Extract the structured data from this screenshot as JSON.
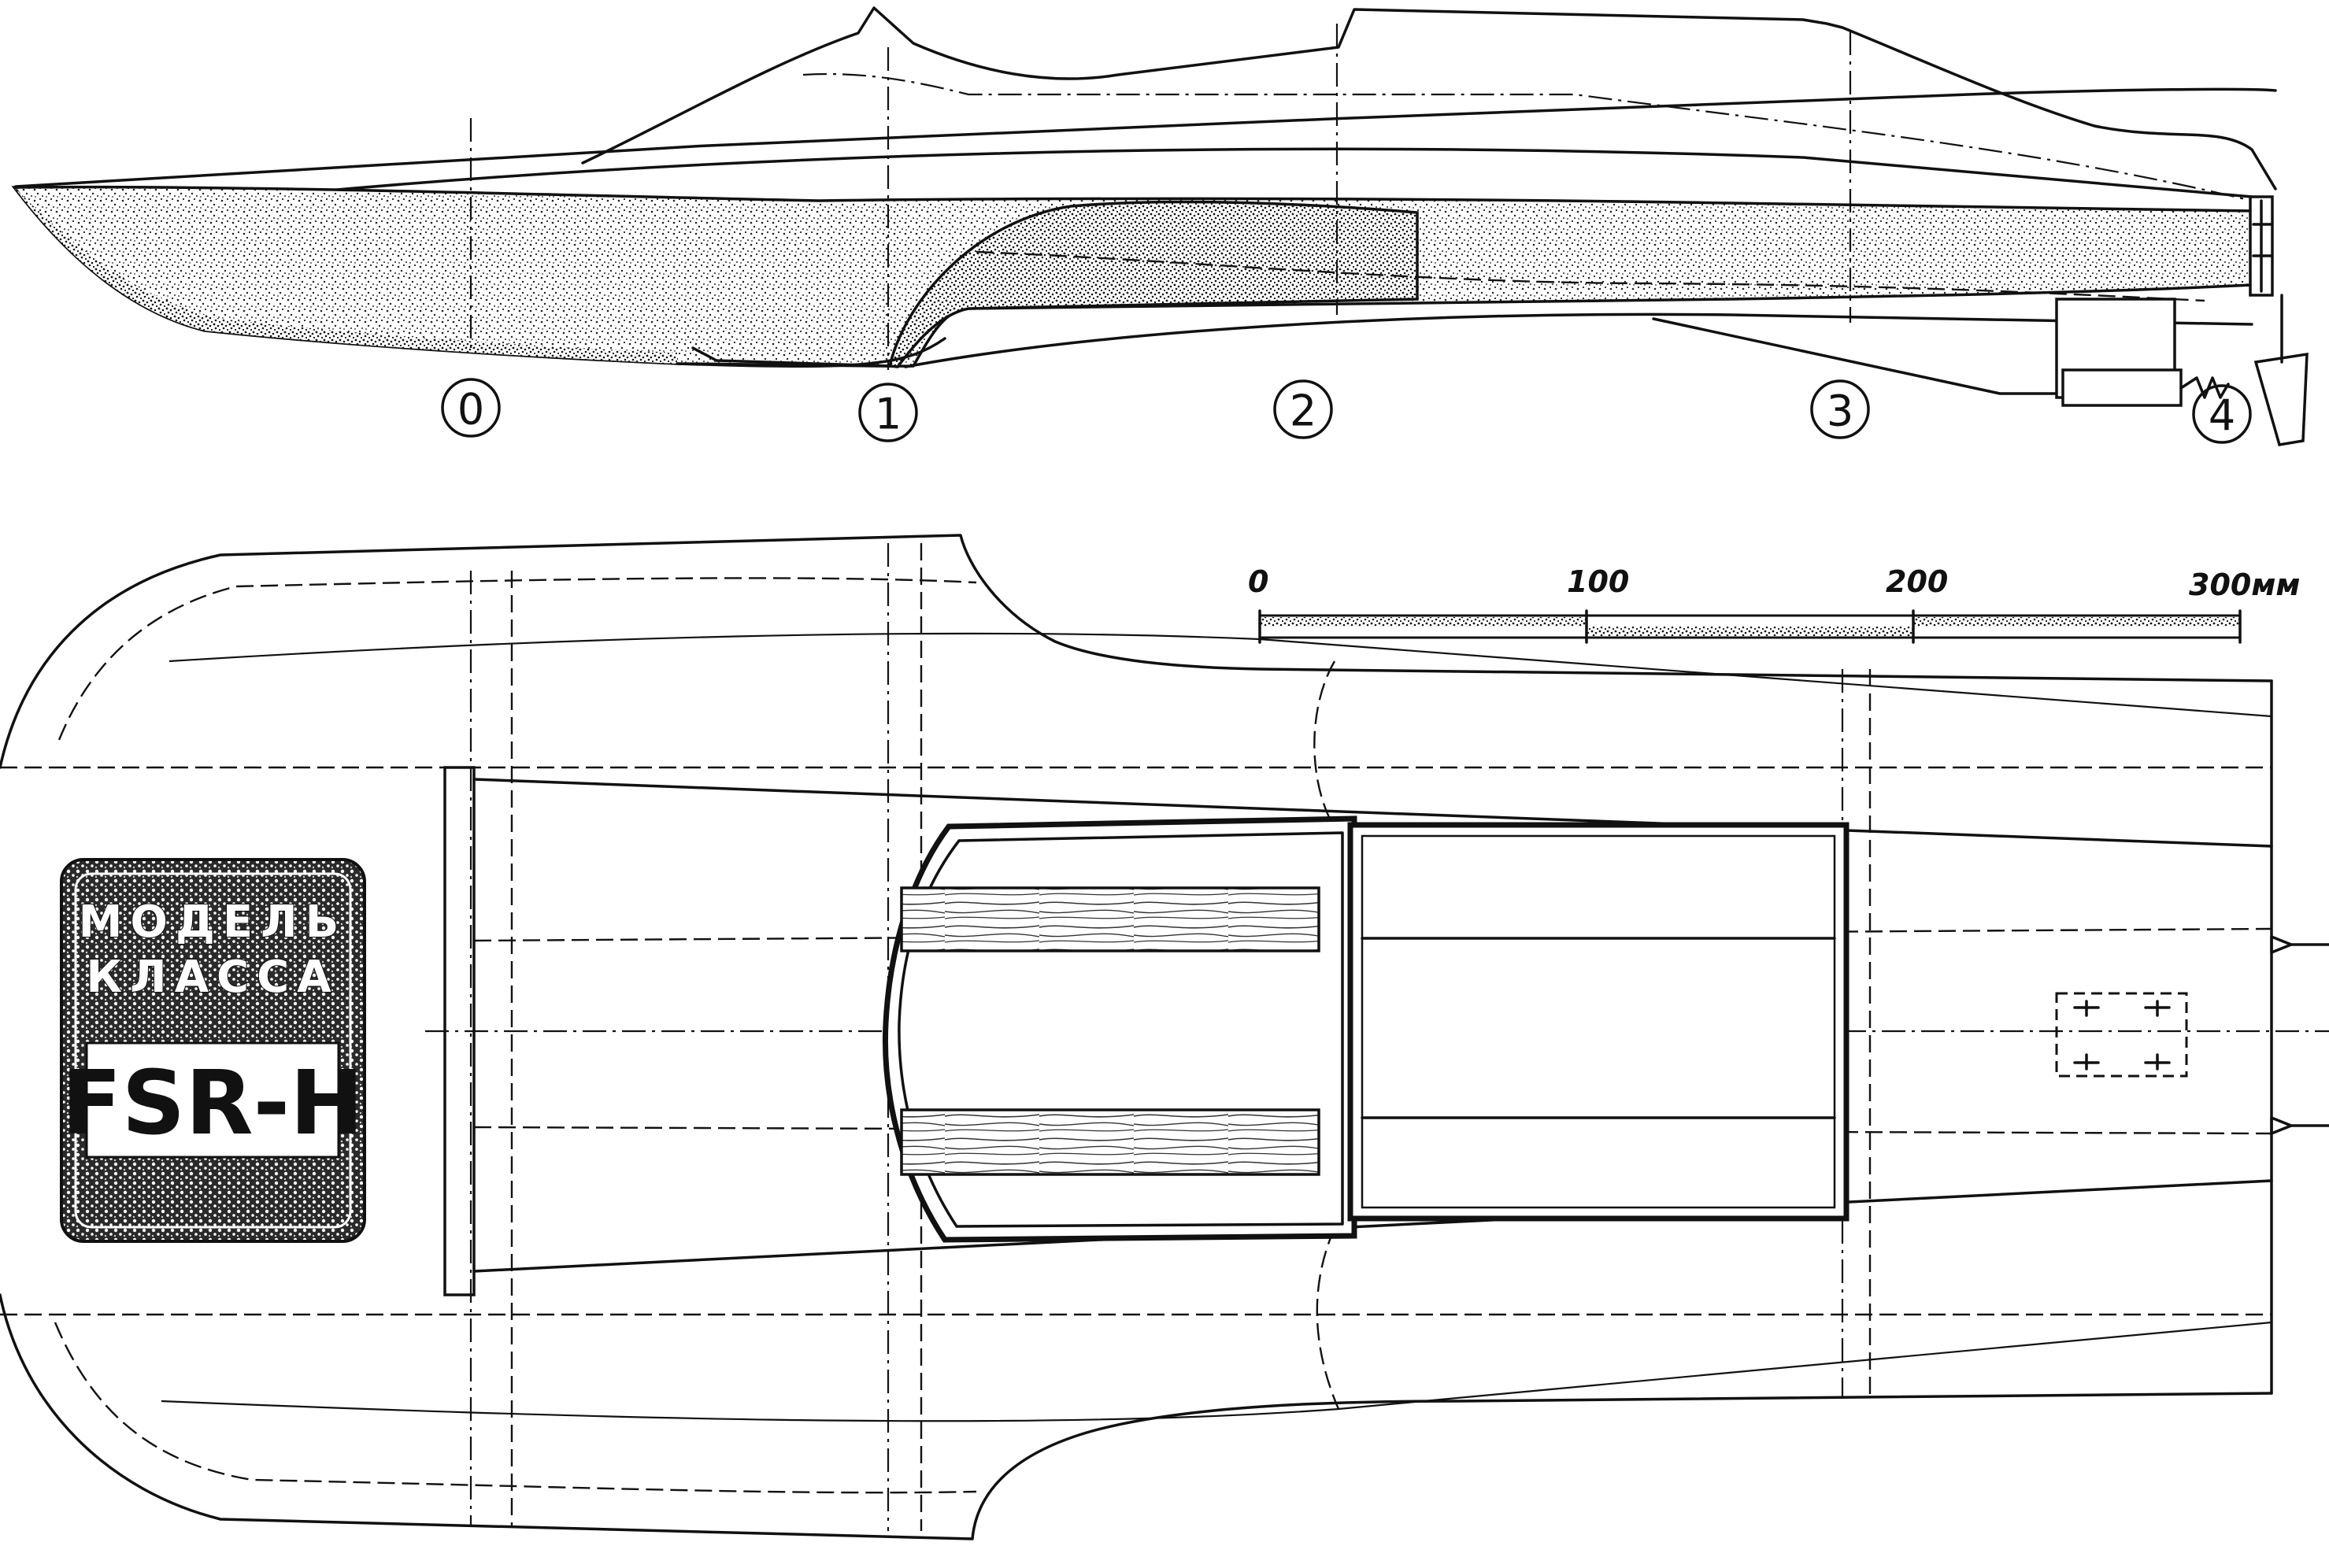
{
  "stations": [
    "0",
    "1",
    "2",
    "3",
    "4"
  ],
  "scale_bar": {
    "ticks": [
      "0",
      "100",
      "200"
    ],
    "end_label": "300мм"
  },
  "badge": {
    "line1": "МОДЕЛЬ",
    "line2": "КЛАССА",
    "class_code": "FSR-H"
  },
  "colors": {
    "ink": "#111111",
    "paper": "#ffffff"
  }
}
